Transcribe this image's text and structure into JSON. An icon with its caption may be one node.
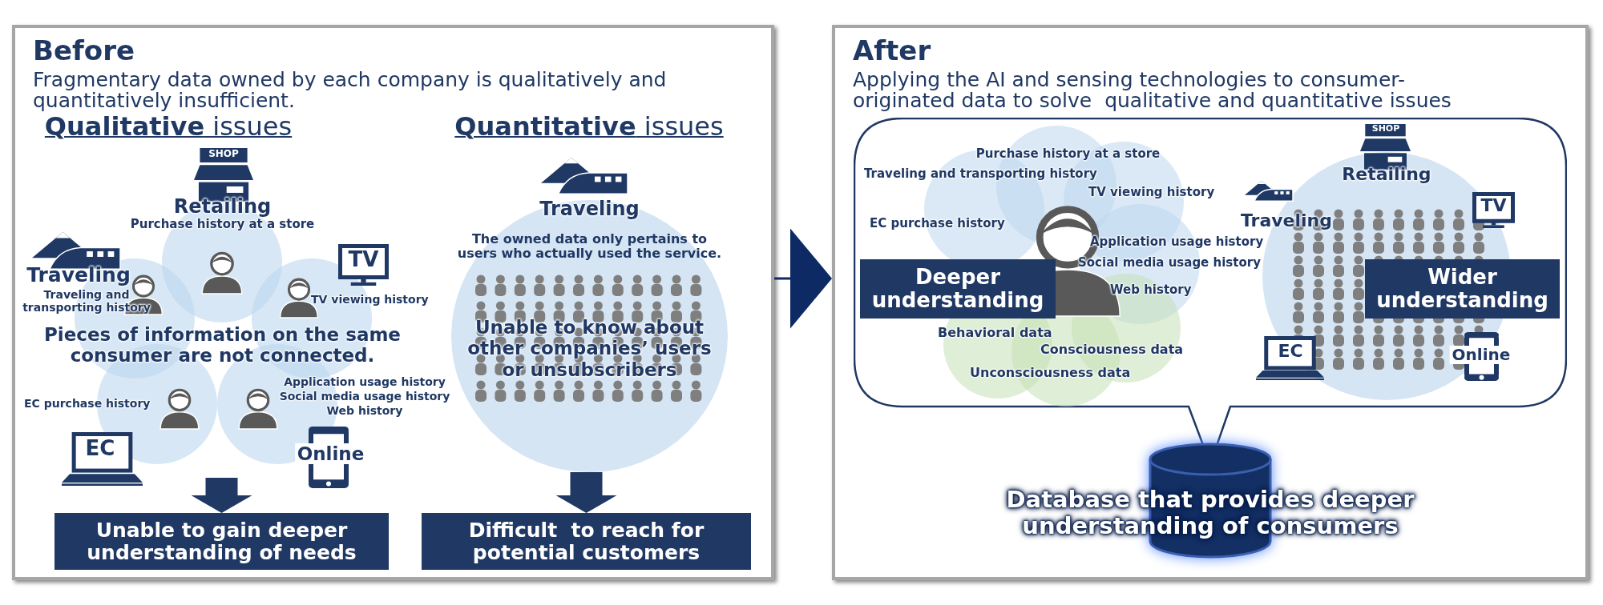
{
  "diagram": {
    "nodes": [
      {
        "text": [
          "Before",
          "Fragmentary data owned by each company is qualitatively and quantitatively insufficient."
        ]
      },
      {
        "text": [
          "Unable to gain deeper understanding of needs"
        ],
        "in": 0
      },
      {
        "text": [
          "Difficult  to reach for potential customers"
        ],
        "in": 0
      },
      {
        "text": [
          "Traveling",
          "The owned data only pertains to users who actually used the service.",
          "Unable to know about other companies’ users or unsubscribers"
        ],
        "in": 0
      },
      {
        "text": [
          "After",
          "Applying the AI and sensing technologies to consumer-originated data to solve  qualitative and quantitative issues"
        ]
      },
      {
        "text": [],
        "shape": "box",
        "in": 4
      },
      {
        "text": [
          "Deeper understanding"
        ],
        "in": 5
      },
      {
        "text": [
          "Wider understanding"
        ],
        "in": 5
      },
      {
        "text": [
          "Database that provides deeper understanding of consumers"
        ],
        "in": 4
      }
    ],
    "edges": [
      {
        "from": 0,
        "to": 4,
        "arrow": "to"
      },
      {
        "from": null,
        "to": 1,
        "arrow": "to"
      },
      {
        "from": 3,
        "to": 2,
        "arrow": "to"
      }
    ],
    "labels": [
      "**Qualitative** issues",
      "**Quantitative** issues",
      "SHOP",
      "Retailing",
      "Purchase history at a store",
      "Traveling",
      "Traveling and transporting history",
      "TV",
      "TV viewing history",
      "Pieces of information on the same consumer are not connected.",
      "EC purchase history",
      "EC",
      "Application usage history",
      "Social media usage history",
      "Web history",
      "Online",
      "Purchase history at a store",
      "Traveling and transporting history",
      "TV viewing history",
      "EC purchase history",
      "Application usage history",
      "Social media usage history",
      "Web history",
      "Behavioral data",
      "Consciousness data",
      "Unconsciousness data",
      "SHOP",
      "Retailing",
      "Traveling",
      "TV",
      "EC",
      "Online"
    ]
  }
}
